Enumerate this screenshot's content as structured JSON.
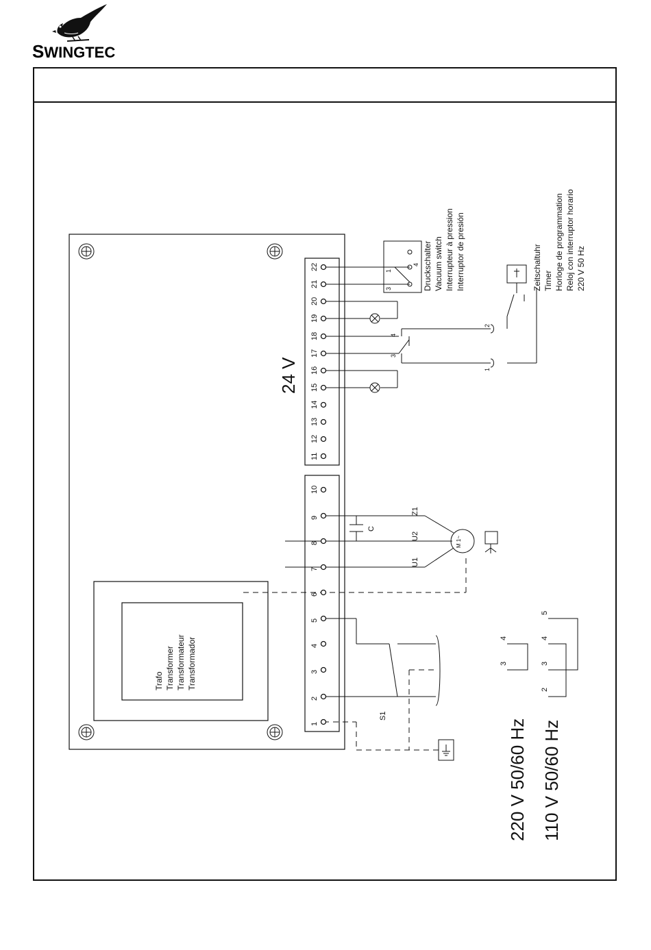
{
  "brand": {
    "name": "SWINGTEC",
    "logo_icon": "bird-logo-icon"
  },
  "diagram": {
    "voltage_24v": "24 V",
    "mains_220": "220 V 50/60 Hz",
    "mains_110": "110 V 50/60 Hz",
    "transformer_labels": [
      "Trafo",
      "Transformer",
      "Transformateur",
      "Transformador"
    ],
    "pressure_switch_labels": [
      "Druckschalter",
      "Vacuum switch",
      "Interrupteur à pression",
      "Interruptor de presión"
    ],
    "timer_labels": [
      "Zeitschaltuhr",
      "Timer",
      "Horloge de programmation",
      "Reloj con interruptor horario",
      "220 V 50 Hz"
    ],
    "terminals_low": [
      "11",
      "12",
      "13",
      "14",
      "15",
      "16",
      "17",
      "18",
      "19",
      "20",
      "21",
      "22"
    ],
    "terminals_high": [
      "1",
      "2",
      "3",
      "4",
      "5",
      "6",
      "7",
      "8",
      "9",
      "10"
    ],
    "motor_labels": {
      "u1": "U1",
      "u2": "U2",
      "z1": "Z1",
      "capacitor": "C",
      "motor": "M 1~"
    },
    "switch_label": "S1",
    "pressure_switch_contacts": [
      "1",
      "3",
      "4"
    ],
    "relay_contacts": [
      "3",
      "4"
    ],
    "timer_contacts": [
      "1",
      "2"
    ],
    "jumper_220": [
      "3",
      "4"
    ],
    "jumper_110": [
      "2",
      "3",
      "4",
      "5"
    ],
    "ground_symbol": "ground-icon",
    "timer_symbol": "clock-icon",
    "fan_symbol": "fan-icon",
    "lamp_symbol": "lamp-icon"
  }
}
